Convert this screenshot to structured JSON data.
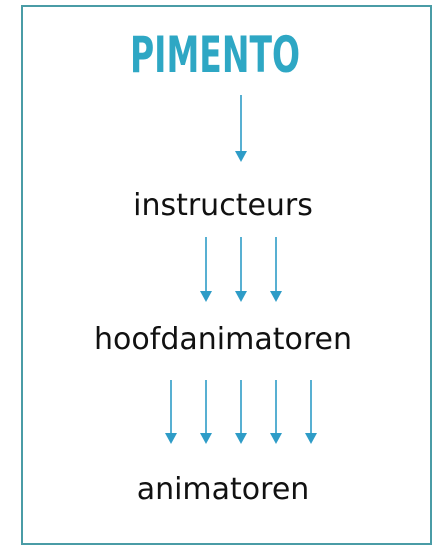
{
  "logo": {
    "text": "PIMENTO",
    "letters": [
      "P",
      "I",
      "M",
      "E",
      "N",
      "T",
      "O"
    ],
    "color": "#2ea7c4",
    "accent_color": "#2db3cf"
  },
  "hierarchy": [
    {
      "label": "instructeurs",
      "arrows_in": 1
    },
    {
      "label": "hoofdanimatoren",
      "arrows_in": 3
    },
    {
      "label": "animatoren",
      "arrows_in": 5
    }
  ],
  "colors": {
    "frame": "#4a9ca6",
    "arrow": "#2e9cc7",
    "text": "#111111"
  }
}
